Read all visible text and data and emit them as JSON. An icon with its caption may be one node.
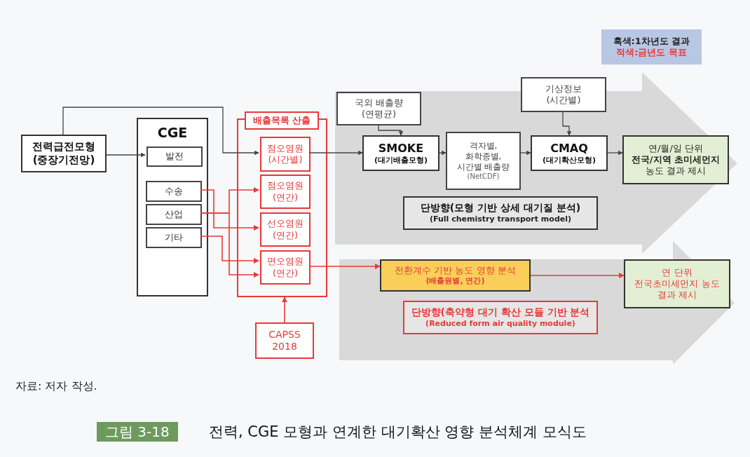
{
  "diagram": {
    "caption": "전력, CGE 모형과 연계한 대기확산 영향 분석체계 모식도",
    "nodes": [
      {
        "text": [
          "전력급전모형 (중장기전망)"
        ]
      },
      {
        "text": [
          "CGE"
        ]
      },
      {
        "text": [
          "발전"
        ],
        "in": 1
      },
      {
        "text": [
          "수송"
        ],
        "in": 1
      },
      {
        "text": [
          "산업"
        ],
        "in": 1
      },
      {
        "text": [
          "기타"
        ],
        "in": 1
      },
      {
        "text": [
          "배출목록 산출"
        ]
      },
      {
        "text": [
          "점오염원 (시간별)"
        ],
        "in": 6
      },
      {
        "text": [
          "점오염원 (연간)"
        ],
        "in": 6
      },
      {
        "text": [
          "선오염원 (연간)"
        ],
        "in": 6
      },
      {
        "text": [
          "면오염원 (연간)"
        ],
        "in": 6
      },
      {
        "text": [
          "CAPSS 2018"
        ]
      },
      {
        "text": [
          "국외 배출량 (연평균)"
        ],
        "in": 23
      },
      {
        "text": [
          "SMOKE",
          "(대기배출모형)"
        ],
        "in": 23
      },
      {
        "text": [
          "격자별, 화학종별, 시간별 배출량",
          "(NetCDF)"
        ],
        "in": 23
      },
      {
        "text": [
          "기상정보 (시간별)"
        ],
        "in": 23
      },
      {
        "text": [
          "CMAQ",
          "(대기확산모형)"
        ],
        "in": 23
      },
      {
        "text": [
          "연/월/일 단위 **전국/지역 초미세먼지** 농도 결과 제시"
        ],
        "in": 23
      },
      {
        "text": [
          "단방향(모형 기반 상세 대기질 분석)",
          "(Full chemistry transport model)"
        ],
        "in": 23
      },
      {
        "text": [
          "전환계수 기반 농도 영향 분석",
          "(배출원별, 연간)"
        ],
        "in": 24
      },
      {
        "text": [
          "연 단위 전국초미세먼지 농도 결과 제시"
        ],
        "in": 24
      },
      {
        "text": [
          "단방향(축약형 대기 확산 모듈 기반 분석",
          "(Reduced form air quality module)"
        ],
        "in": 24
      },
      {
        "text": [
          "흑색:1차년도 결과",
          "적색:금년도 목표"
        ]
      },
      {
        "text": [],
        "shape": "arrow"
      },
      {
        "text": [],
        "shape": "arrow"
      }
    ],
    "edges": [
      {
        "from": 0,
        "to": 2,
        "arrow": "to"
      },
      {
        "from": 0,
        "to": 7,
        "arrow": "to"
      },
      {
        "from": 3,
        "to": 9,
        "arrow": "to",
        "color": "#e8393a"
      },
      {
        "from": 4,
        "to": 8,
        "arrow": "to",
        "color": "#e8393a"
      },
      {
        "from": 4,
        "to": 10,
        "arrow": "to",
        "color": "#e8393a"
      },
      {
        "from": 5,
        "to": 10,
        "arrow": "to",
        "color": "#e8393a"
      },
      {
        "from": 11,
        "to": 6,
        "arrow": "to",
        "color": "#e8393a"
      },
      {
        "from": 7,
        "to": 13,
        "arrow": "to"
      },
      {
        "from": 12,
        "to": 13,
        "arrow": "to"
      },
      {
        "from": 13,
        "to": 14,
        "arrow": "to"
      },
      {
        "from": 14,
        "to": 16,
        "arrow": "to"
      },
      {
        "from": 15,
        "to": 16,
        "arrow": "to"
      },
      {
        "from": 16,
        "to": 17,
        "arrow": "to"
      },
      {
        "from": 10,
        "to": 19,
        "arrow": "to",
        "color": "#e8393a"
      },
      {
        "from": 19,
        "to": 20,
        "arrow": "to",
        "color": "#e8393a"
      }
    ],
    "labels": [
      "자료: 저자 작성.",
      "그림 3-18"
    ]
  }
}
